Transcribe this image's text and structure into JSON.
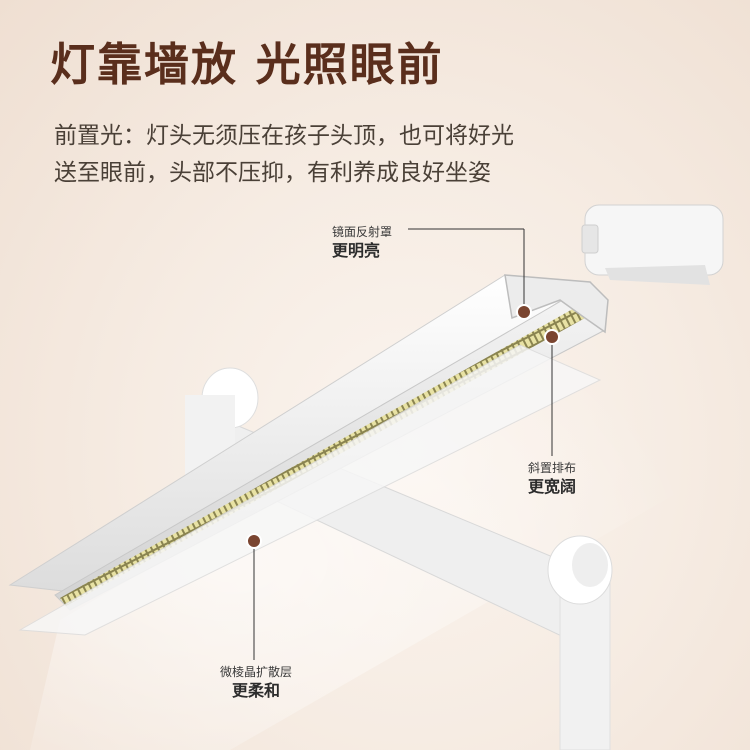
{
  "headline": "灯靠墙放 光照眼前",
  "subtext_lines": [
    "前置光：灯头无须压在孩子头顶，也可将好光",
    "送至眼前，头部不压抑，有利养成良好坐姿"
  ],
  "callouts": {
    "reflector": {
      "small": "镜面反射罩",
      "big": "更明亮"
    },
    "tilted": {
      "small": "斜置排布",
      "big": "更宽阔"
    },
    "diffuser": {
      "small": "微棱晶扩散层",
      "big": "更柔和"
    }
  },
  "colors": {
    "headline": "#5a2e1c",
    "marker": "#7a4530",
    "background": "#f3e6dc"
  }
}
